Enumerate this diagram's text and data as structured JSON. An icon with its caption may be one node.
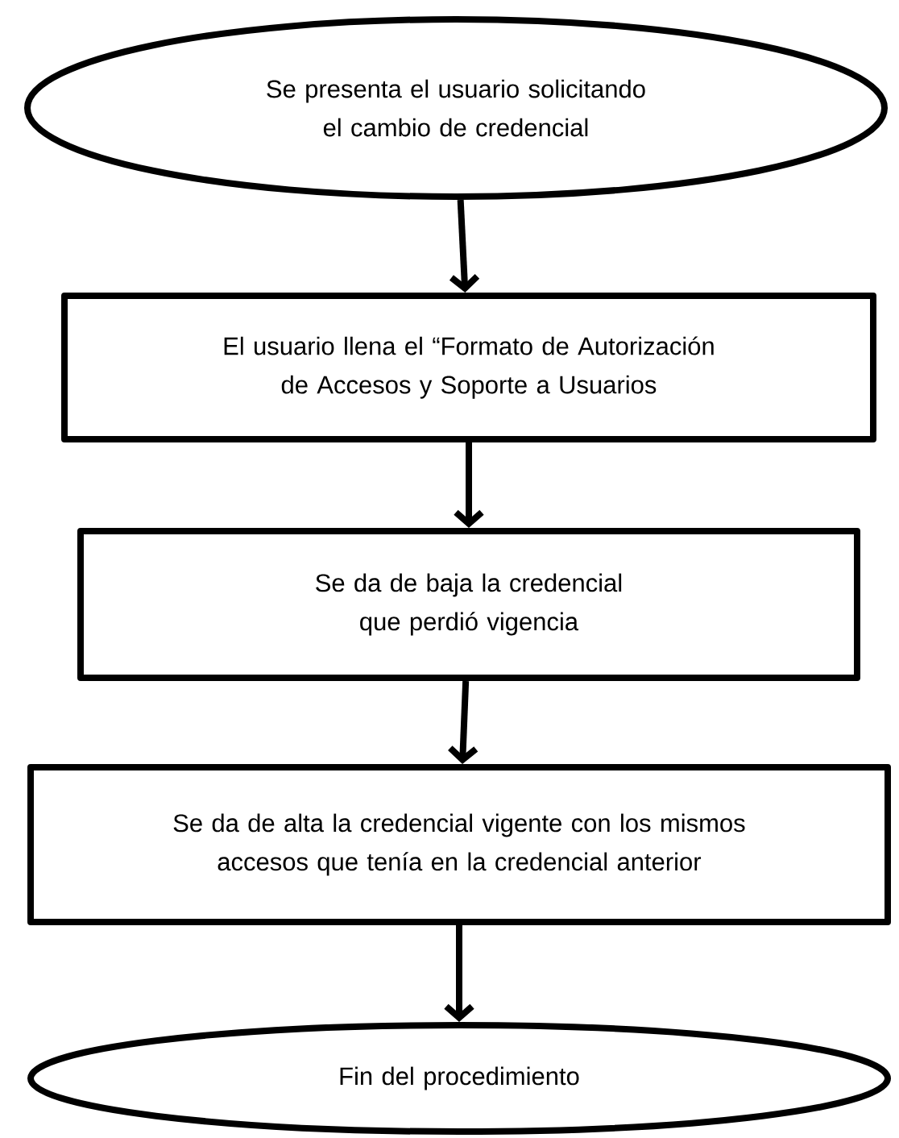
{
  "diagram": {
    "nodes": [
      {
        "text": [
          "Se presenta el usuario solicitando el cambio de credencial"
        ]
      },
      {
        "text": [
          "El usuario llena el “Formato de Autorización de Accesos y Soporte a Usuarios"
        ]
      },
      {
        "text": [
          "Se da de baja la credencial que perdió vigencia"
        ]
      },
      {
        "text": [
          "Se da de alta la credencial vigente con los mismos accesos que tenía en la credencial anterior"
        ]
      },
      {
        "text": [
          "Fin del procedimiento"
        ]
      }
    ],
    "edges": [
      {
        "from": 0,
        "to": 1,
        "arrow": "to"
      },
      {
        "from": 1,
        "to": 2,
        "arrow": "to"
      },
      {
        "from": 2,
        "to": 3,
        "arrow": "to"
      },
      {
        "from": 3,
        "to": 4,
        "arrow": "to"
      }
    ]
  }
}
